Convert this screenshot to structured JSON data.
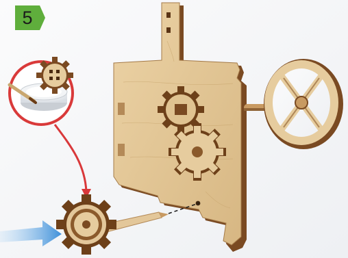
{
  "step": {
    "number": "5",
    "badge_color": "#5fae3c"
  },
  "colors": {
    "plywood_face": "#e3c79a",
    "plywood_edge": "#7a4a22",
    "glue_ring": "#d93a3a",
    "arrow_red": "#d9383a",
    "arrow_blue": "#3d8fd9",
    "background": "#f6f7f9"
  },
  "icons": {
    "step_badge": "step-number-badge",
    "glue_inset": "glue-application-inset",
    "insert_arrow": "blue-direction-arrow"
  }
}
